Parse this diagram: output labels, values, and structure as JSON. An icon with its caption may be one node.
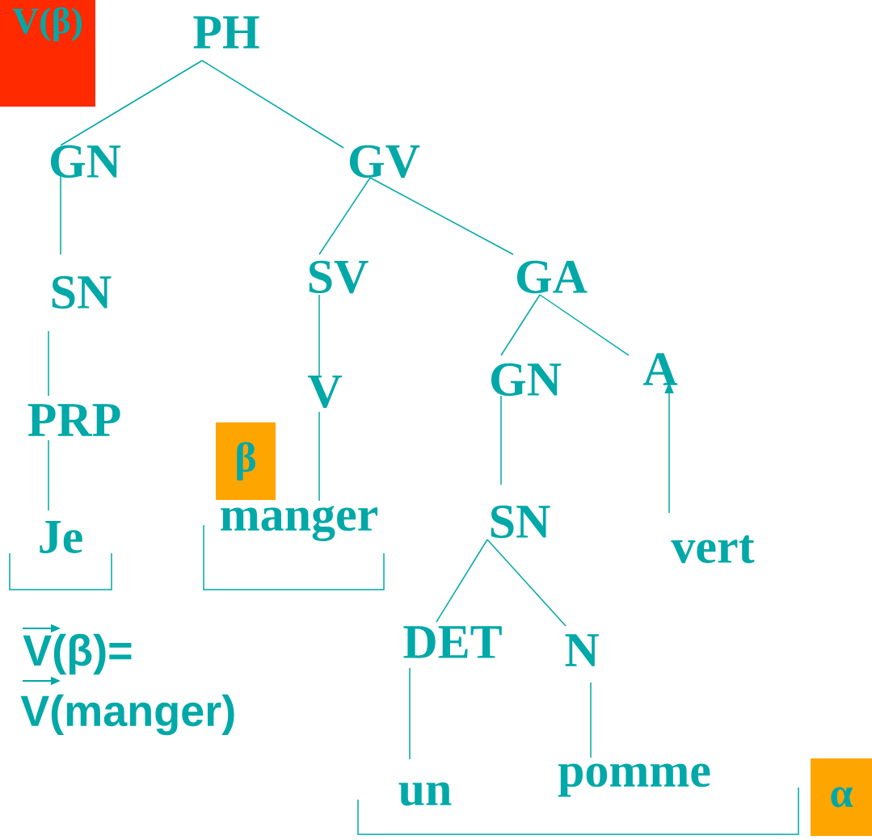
{
  "diagram": {
    "nodes": [
      {
        "text": [
          "PH"
        ]
      },
      {
        "text": [
          "GN"
        ]
      },
      {
        "text": [
          "GV"
        ]
      },
      {
        "text": [
          "SN"
        ]
      },
      {
        "text": [
          "SV"
        ]
      },
      {
        "text": [
          "GA"
        ]
      },
      {
        "text": [
          "PRP"
        ]
      },
      {
        "text": [
          "V"
        ]
      },
      {
        "text": [
          "GN"
        ]
      },
      {
        "text": [
          "A"
        ]
      },
      {
        "text": [
          "Je"
        ]
      },
      {
        "text": [
          "manger"
        ]
      },
      {
        "text": [
          "SN"
        ]
      },
      {
        "text": [
          "vert"
        ]
      },
      {
        "text": [
          "DET"
        ]
      },
      {
        "text": [
          "N"
        ]
      },
      {
        "text": [
          "un"
        ]
      },
      {
        "text": [
          "pomme"
        ]
      },
      {
        "text": [
          "β"
        ]
      },
      {
        "text": [
          "α"
        ]
      },
      {
        "text": [
          "V(β)"
        ]
      }
    ],
    "edges": [
      {
        "from": 0,
        "to": 1,
        "arrow": "none"
      },
      {
        "from": 0,
        "to": 2,
        "arrow": "none"
      },
      {
        "from": 1,
        "to": 3,
        "arrow": "none"
      },
      {
        "from": 2,
        "to": 4,
        "arrow": "none"
      },
      {
        "from": 2,
        "to": 5,
        "arrow": "none"
      },
      {
        "from": 3,
        "to": 6,
        "arrow": "none"
      },
      {
        "from": 4,
        "to": 7,
        "arrow": "none"
      },
      {
        "from": 5,
        "to": 8,
        "arrow": "none"
      },
      {
        "from": 5,
        "to": 9,
        "arrow": "none"
      },
      {
        "from": 6,
        "to": 10,
        "arrow": "none"
      },
      {
        "from": 7,
        "to": 11,
        "arrow": "none"
      },
      {
        "from": 8,
        "to": 12,
        "arrow": "none"
      },
      {
        "from": 13,
        "to": 9,
        "arrow": "to"
      },
      {
        "from": 12,
        "to": 14,
        "arrow": "none"
      },
      {
        "from": 12,
        "to": 15,
        "arrow": "none"
      },
      {
        "from": 14,
        "to": 16,
        "arrow": "none"
      },
      {
        "from": 15,
        "to": 17,
        "arrow": "none"
      }
    ],
    "labels": [
      "V(β)=",
      "V(manger)"
    ]
  }
}
